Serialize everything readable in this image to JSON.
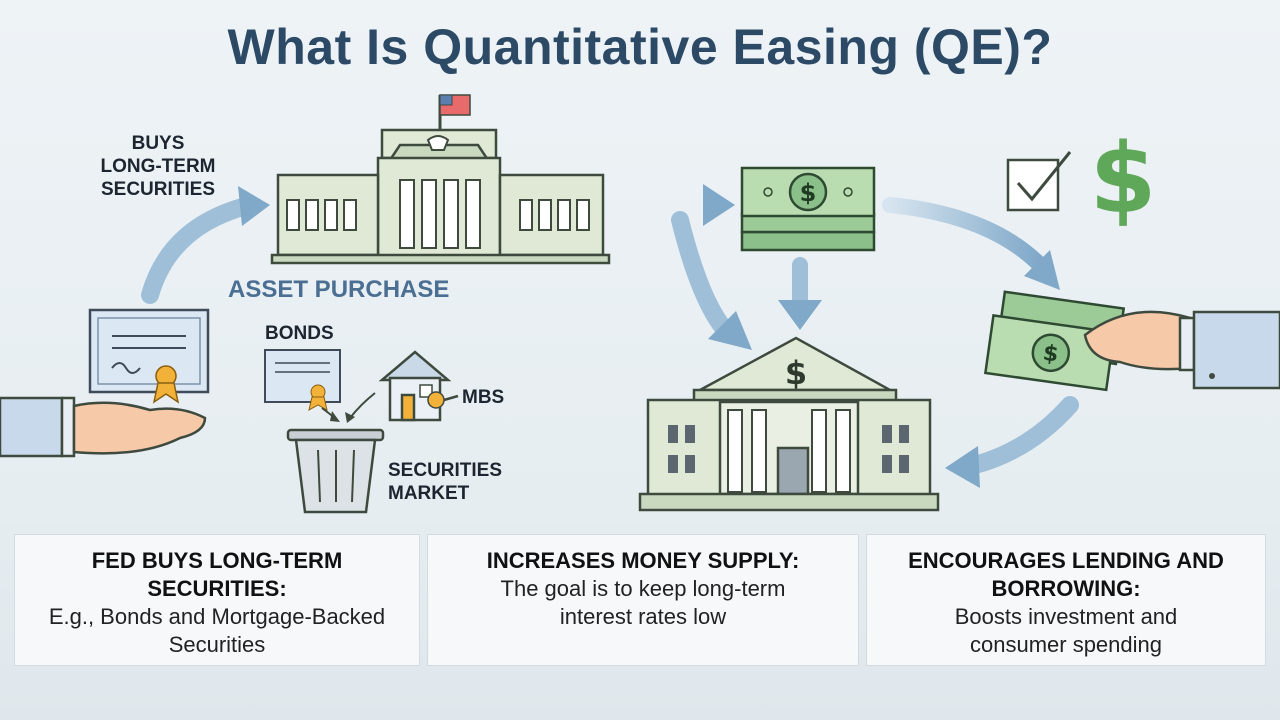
{
  "title": "What Is Quantitative Easing (QE)?",
  "labels": {
    "buys": "BUYS\nLONG-TERM\nSECURITIES",
    "asset_purchase": "ASSET PURCHASE",
    "bonds": "BONDS",
    "mbs": "MBS",
    "securities_market": "SECURITIES\nMARKET"
  },
  "panels": [
    {
      "heading": "FED BUYS LONG-TERM SECURITIES:",
      "body": "E.g., Bonds and Mortgage-Backed Securities"
    },
    {
      "heading": "INCREASES MONEY SUPPLY:",
      "body": "The goal is to keep long-term interest rates low"
    },
    {
      "heading": "ENCOURAGES LENDING AND BORROWING:",
      "body": "Boosts investment and consumer spending"
    }
  ],
  "colors": {
    "title": "#2c4a66",
    "building_fill": "#dfe9d6",
    "building_stroke": "#3f4a3f",
    "money": "#8cc08a",
    "arrow": "#8fb3cf",
    "sleeve": "#c7d9ea",
    "skin": "#f6c9a8",
    "gold": "#f2b23a"
  }
}
